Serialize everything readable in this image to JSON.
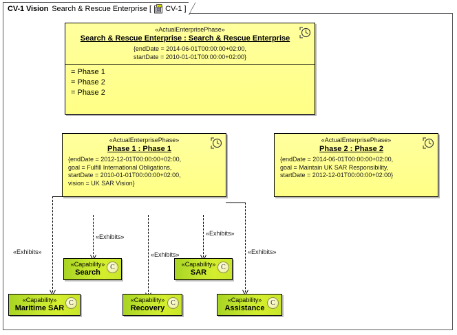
{
  "diagram": {
    "tab": {
      "kind": "CV-1 Vision",
      "name": "Search & Rescue Enterprise",
      "bracket_open": "[",
      "icon": "cv1-diagram-icon",
      "id": "CV-1",
      "bracket_close": "]"
    }
  },
  "nodes": {
    "enterprise": {
      "stereotype": "«ActualEnterprisePhase»",
      "name": "Search & Rescue Enterprise : Search & Rescue Enterprise",
      "props": [
        "{endDate = 2014-06-01T00:00:00+02:00,",
        "startDate = 2010-01-01T00:00:00+02:00}"
      ],
      "slots": [
        "= Phase 1",
        "= Phase 2",
        "= Phase 2"
      ],
      "icon": "clock-icon"
    },
    "phase1": {
      "stereotype": "«ActualEnterprisePhase»",
      "name": "Phase 1 : Phase 1",
      "props": [
        "{endDate = 2012-12-01T00:00:00+02:00,",
        "goal = Fulfill International Obligations,",
        "startDate = 2010-01-01T00:00:00+02:00,",
        "vision = UK SAR Vision}"
      ],
      "icon": "clock-icon"
    },
    "phase2": {
      "stereotype": "«ActualEnterprisePhase»",
      "name": "Phase 2 : Phase 2",
      "props": [
        "{endDate = 2014-06-01T00:00:00+02:00,",
        "goal = Maintain UK SAR Responsibility,",
        "startDate = 2012-12-01T00:00:00+02:00}"
      ],
      "icon": "clock-icon"
    },
    "capabilities": [
      {
        "stereotype": "«Capability»",
        "name": "Search",
        "badge": "C"
      },
      {
        "stereotype": "«Capability»",
        "name": "SAR",
        "badge": "C"
      },
      {
        "stereotype": "«Capability»",
        "name": "Maritime SAR",
        "badge": "C"
      },
      {
        "stereotype": "«Capability»",
        "name": "Recovery",
        "badge": "C"
      },
      {
        "stereotype": "«Capability»",
        "name": "Assistance",
        "badge": "C"
      }
    ]
  },
  "edges": {
    "labels": [
      "«Exhibits»",
      "«Exhibits»",
      "«Exhibits»",
      "«Exhibits»",
      "«Exhibits»"
    ]
  },
  "colors": {
    "phase_fill": "#ffff99",
    "capability_fill": "#c8e830",
    "border": "#000000",
    "shadow": "#b9b9b9",
    "frame": "#55555a"
  }
}
